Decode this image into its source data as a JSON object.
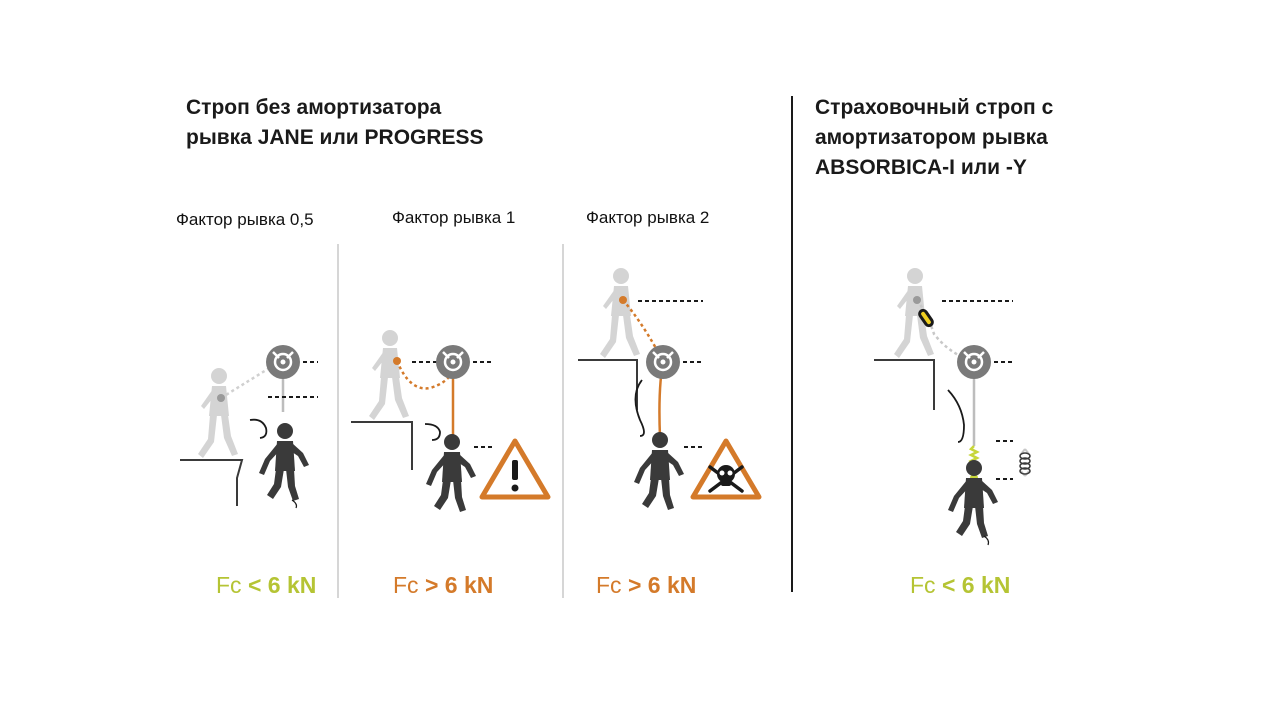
{
  "left_section": {
    "title_line1": "Строп без амортизатора",
    "title_line2": "рывка JANE или PROGRESS"
  },
  "right_section": {
    "title_line1": "Страховочный строп с",
    "title_line2": "амортизатором рывка",
    "title_line3": "ABSORBICA-I или -Y"
  },
  "panels": [
    {
      "factor_label": "Фактор рывка 0,5",
      "force_prefix": "Fc",
      "force_value": "< 6 kN",
      "status": "safe"
    },
    {
      "factor_label": "Фактор рывка 1",
      "force_prefix": "Fc",
      "force_value": "> 6 kN",
      "status": "danger"
    },
    {
      "factor_label": "Фактор рывка 2",
      "force_prefix": "Fc",
      "force_value": "> 6 kN",
      "status": "lethal"
    },
    {
      "factor_label": "",
      "force_prefix": "Fc",
      "force_value": "< 6 kN",
      "status": "safe"
    }
  ],
  "warning_icons": [
    "exclamation-warning-icon",
    "skull-warning-icon"
  ],
  "colors": {
    "safe": "#b5c434",
    "danger": "#d47a2a",
    "figure_light": "#d4d4d4",
    "figure_dark": "#3a3a3a",
    "anchor": "#7a7a7a",
    "absorber": "#c7d63a"
  }
}
